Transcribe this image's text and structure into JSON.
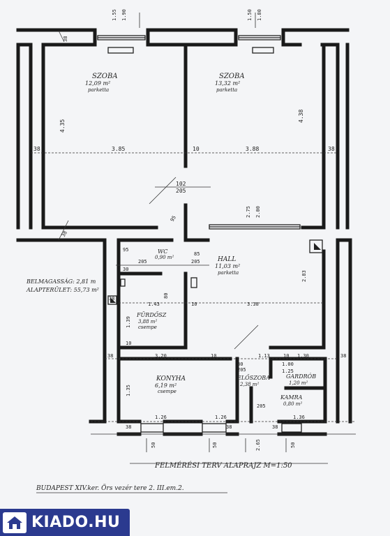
{
  "rooms": {
    "szoba1": {
      "name": "SZOBA",
      "area": "12,09 m²",
      "floor": "parketta"
    },
    "szoba2": {
      "name": "SZOBA",
      "area": "13,32 m²",
      "floor": "parketta"
    },
    "hall": {
      "name": "HALL",
      "area": "11,03 m²",
      "floor": "parketta"
    },
    "wc": {
      "name": "WC",
      "area": "0,90 m²"
    },
    "furdo": {
      "name": "FÜRDŐSZ",
      "area": "3,88 m²",
      "floor": "csempe"
    },
    "konyha": {
      "name": "KONYHA",
      "area": "6,19 m²",
      "floor": "csempe"
    },
    "eloszoba": {
      "name": "ELŐSZOBA",
      "area": "2,38 m²"
    },
    "gardrob": {
      "name": "GARDRÓB",
      "area": "1,20 m²"
    },
    "kamra": {
      "name": "KAMRA",
      "area": "0,80 m²"
    }
  },
  "dimensions": {
    "d155": "1.55",
    "d190": "1.90",
    "d150": "1.50",
    "d180": "1.80",
    "d38": "38",
    "d435": "4.35",
    "d385": "3.85",
    "d10": "10",
    "d388": "3.88",
    "d438": "4.38",
    "d102": "102",
    "d205": "205",
    "d275": "2.75",
    "d200": "2.00",
    "d95": "95",
    "d85": "85",
    "d30": "30",
    "d283": "2.83",
    "d143": "1.43",
    "d338": "3.38",
    "d139": "1.39",
    "d80": "80",
    "d320": "3.20",
    "d113": "1.13",
    "d130": "1.30",
    "d135": "1.35",
    "d125": "1.25",
    "d126": "1.26",
    "d136": "1.36",
    "d50": "50",
    "d265": "2.65",
    "d100": "1.00"
  },
  "belmagassag": "BELMAGASSÁG: 2,81 m",
  "alapterulet": "ALAPTERÜLET: 55,73 m²",
  "survey_title": "FELMÉRÉSI TERV  ALAPRAJZ  M=1:50",
  "address": "BUDAPEST XIV.ker. Örs vezér tere 2. III.em.2.",
  "brand": {
    "name": "KIADO.HU"
  }
}
